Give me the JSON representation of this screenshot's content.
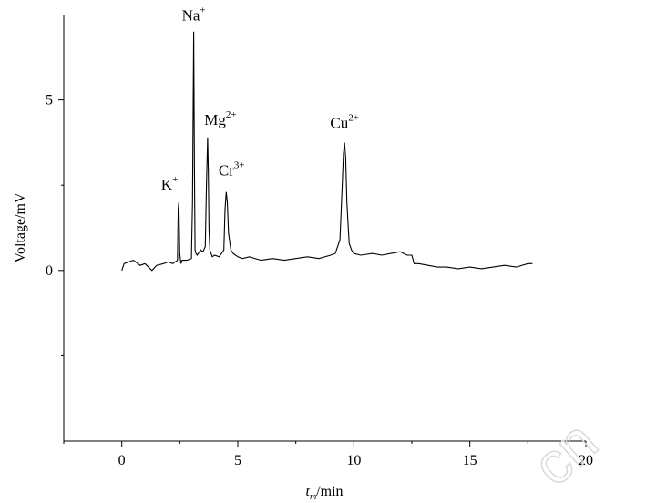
{
  "chart_data": {
    "type": "line",
    "xlabel": {
      "main": "t",
      "sub": "m",
      "unit": "/min"
    },
    "ylabel": "Voltage/mV",
    "xlim": [
      -2.5,
      20
    ],
    "ylim": [
      -5,
      7.5
    ],
    "x_ticks": [
      0,
      5,
      10,
      15,
      20
    ],
    "y_ticks": [
      0,
      5
    ],
    "grid": false,
    "series": [
      {
        "x": [
          0,
          0.1,
          0.3,
          0.5,
          0.8,
          1.0,
          1.3,
          1.5,
          1.8,
          2.0,
          2.2,
          2.3,
          2.4,
          2.43,
          2.46,
          2.5,
          2.55,
          2.6,
          2.8,
          3.0,
          3.05,
          3.1,
          3.13,
          3.16,
          3.2,
          3.25,
          3.3,
          3.4,
          3.5,
          3.6,
          3.65,
          3.7,
          3.73,
          3.76,
          3.8,
          3.85,
          3.9,
          4.0,
          4.2,
          4.4,
          4.45,
          4.5,
          4.55,
          4.6,
          4.7,
          4.8,
          4.9,
          5.0,
          5.2,
          5.5,
          6.0,
          6.5,
          7.0,
          7.5,
          8.0,
          8.5,
          9.0,
          9.2,
          9.4,
          9.5,
          9.55,
          9.6,
          9.65,
          9.7,
          9.8,
          9.9,
          10.0,
          10.3,
          10.8,
          11.2,
          11.6,
          12.0,
          12.3,
          12.5,
          12.6,
          12.8,
          13.2,
          13.6,
          14.0,
          14.5,
          15.0,
          15.5,
          16.0,
          16.5,
          17.0,
          17.5,
          17.7
        ],
        "y": [
          0.0,
          0.2,
          0.25,
          0.3,
          0.15,
          0.2,
          0.0,
          0.15,
          0.2,
          0.25,
          0.2,
          0.25,
          0.3,
          1.8,
          2.0,
          0.5,
          0.2,
          0.3,
          0.3,
          0.35,
          2.0,
          7.0,
          3.0,
          0.6,
          0.5,
          0.45,
          0.5,
          0.6,
          0.55,
          0.7,
          2.5,
          3.9,
          2.8,
          1.2,
          0.6,
          0.5,
          0.4,
          0.45,
          0.4,
          0.6,
          1.8,
          2.3,
          2.0,
          1.1,
          0.6,
          0.5,
          0.45,
          0.4,
          0.35,
          0.4,
          0.3,
          0.35,
          0.3,
          0.35,
          0.4,
          0.35,
          0.45,
          0.5,
          0.9,
          2.5,
          3.4,
          3.75,
          3.3,
          2.0,
          0.8,
          0.6,
          0.5,
          0.45,
          0.5,
          0.45,
          0.5,
          0.55,
          0.45,
          0.45,
          0.2,
          0.2,
          0.15,
          0.1,
          0.1,
          0.05,
          0.1,
          0.05,
          0.1,
          0.15,
          0.1,
          0.2,
          0.2
        ]
      }
    ],
    "annotations": [
      {
        "ion": "K",
        "charge": "+",
        "x": 2.45,
        "y": 2.0
      },
      {
        "ion": "Na",
        "charge": "+",
        "x": 3.1,
        "y": 7.0
      },
      {
        "ion": "Mg",
        "charge": "2+",
        "x": 3.7,
        "y": 3.9
      },
      {
        "ion": "Cr",
        "charge": "3+",
        "x": 4.5,
        "y": 2.3
      },
      {
        "ion": "Cu",
        "charge": "2+",
        "x": 9.6,
        "y": 3.75
      }
    ]
  },
  "watermark": "cn"
}
